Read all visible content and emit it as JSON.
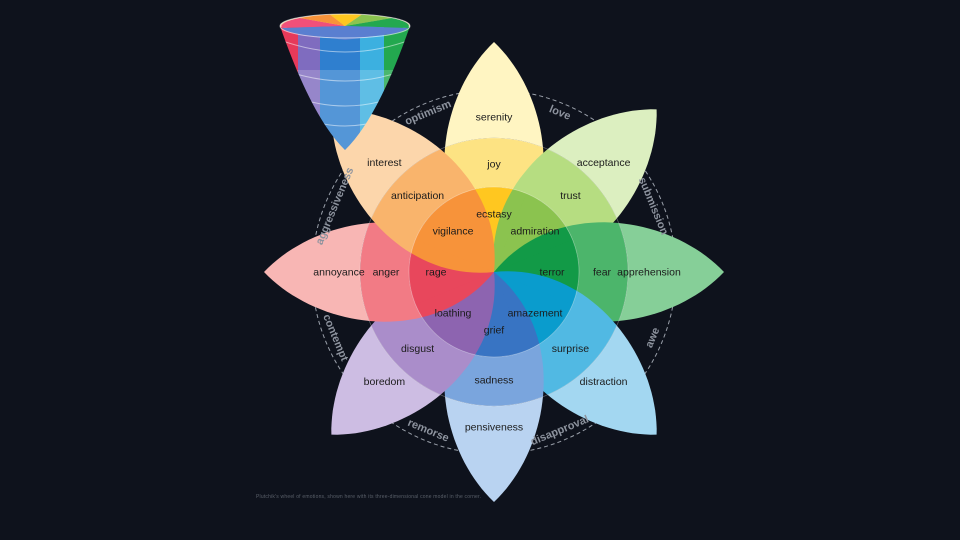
{
  "petals": [
    {
      "id": "yellow",
      "colors": [
        "#ffc720",
        "#fde383",
        "#fff5c2"
      ],
      "labels": [
        "ecstasy",
        "joy",
        "serenity"
      ]
    },
    {
      "id": "green",
      "colors": [
        "#8bc34f",
        "#b6dd81",
        "#dcefc0"
      ],
      "labels": [
        "admiration",
        "trust",
        "acceptance"
      ]
    },
    {
      "id": "dark-green",
      "colors": [
        "#129a47",
        "#4cb56b",
        "#86cf98"
      ],
      "labels": [
        "terror",
        "fear",
        "apprehension"
      ]
    },
    {
      "id": "teal",
      "colors": [
        "#0a9ccd",
        "#51b9e3",
        "#a3d7f1"
      ],
      "labels": [
        "amazement",
        "surprise",
        "distraction"
      ]
    },
    {
      "id": "blue",
      "colors": [
        "#3874c3",
        "#7aa5dd",
        "#b9d3f1"
      ],
      "labels": [
        "grief",
        "sadness",
        "pensiveness"
      ]
    },
    {
      "id": "purple",
      "colors": [
        "#8d64b0",
        "#aa8dca",
        "#cdbde3"
      ],
      "labels": [
        "loathing",
        "disgust",
        "boredom"
      ]
    },
    {
      "id": "red",
      "colors": [
        "#e8475c",
        "#f27b85",
        "#f8b6b4"
      ],
      "labels": [
        "rage",
        "anger",
        "annoyance"
      ]
    },
    {
      "id": "orange",
      "colors": [
        "#f7933a",
        "#f9b46c",
        "#fcd6ab"
      ],
      "labels": [
        "vigilance",
        "anticipation",
        "interest"
      ]
    }
  ],
  "dyads": [
    "love",
    "submission",
    "awe",
    "disapproval",
    "remorse",
    "contempt",
    "aggressiveness",
    "optimism"
  ],
  "caption": "Plutchik's wheel of emotions, shown here with its three-dimensional cone model in the corner."
}
